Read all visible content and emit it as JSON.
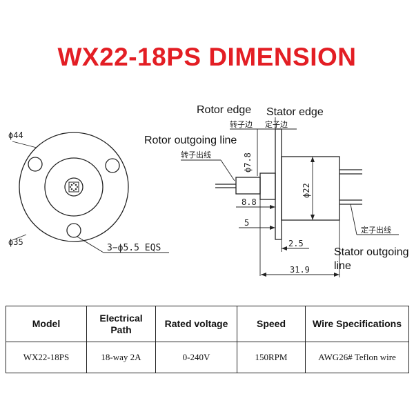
{
  "title": "WX22-18PS DIMENSION",
  "front_view": {
    "outer_diameter": "ϕ44",
    "bolt_circle": "ϕ35",
    "holes": "3−ϕ5.5 EQS"
  },
  "side_view": {
    "rotor_edge": "Rotor edge",
    "rotor_edge_cn": "转子边",
    "stator_edge": "Stator edge",
    "stator_edge_cn": "定子边",
    "rotor_outgoing": "Rotor outgoing line",
    "rotor_outgoing_cn": "转子出线",
    "stator_outgoing_1": "Stator outgoing",
    "stator_outgoing_2": "line",
    "stator_outgoing_cn": "定子出线",
    "dim_rotor_dia": "ϕ7.8",
    "dim_body_dia": "ϕ22",
    "dim_rotor_len": "8.8",
    "dim_shaft": "5",
    "dim_flange": "2.5",
    "dim_total": "31.9"
  },
  "table": {
    "headers": [
      "Model",
      "Electrical Path",
      "Rated voltage",
      "Speed",
      "Wire Specifications"
    ],
    "row": [
      "WX22-18PS",
      "18-way 2A",
      "0-240V",
      "150RPM",
      "AWG26# Teflon wire"
    ]
  }
}
